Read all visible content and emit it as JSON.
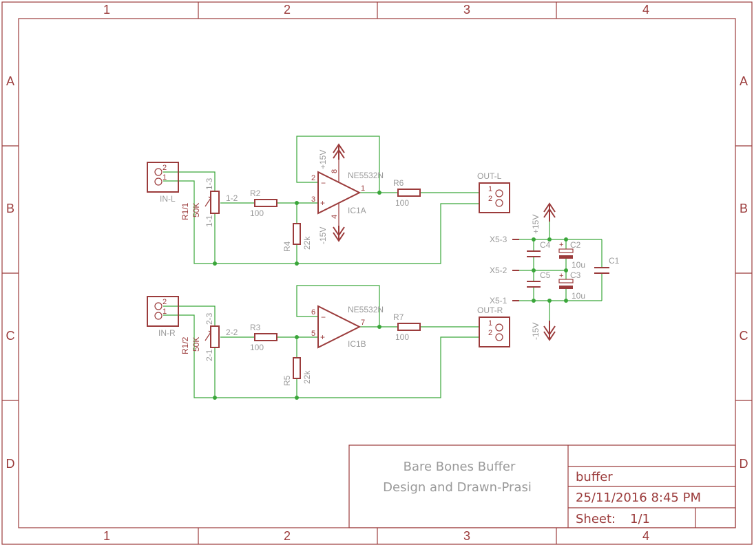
{
  "frame": {
    "columns": [
      "1",
      "2",
      "3",
      "4"
    ],
    "rows": [
      "A",
      "B",
      "C",
      "D"
    ]
  },
  "title_block": {
    "title_line1": "Bare Bones Buffer",
    "title_line2": "Design and Drawn-Prasi",
    "name": "buffer",
    "date": "25/11/2016 8:45 PM",
    "sheet_label": "Sheet:",
    "sheet_value": "1/1"
  },
  "left_channel": {
    "input": {
      "name": "IN-L",
      "pin_top": "2",
      "pin_bottom": "1"
    },
    "pot": {
      "name": "R1/1",
      "value": "50K",
      "pin_top": "1-3",
      "pin_bottom": "1-1",
      "wiper": "1-2"
    },
    "series_resistor": {
      "name": "R2",
      "value": "100"
    },
    "shunt_resistor": {
      "name": "R4",
      "value": "22k"
    },
    "opamp": {
      "part": "NE5532N",
      "name": "IC1A",
      "pin_inv": "2",
      "pin_noninv": "3",
      "pin_out": "1",
      "pin_vplus": "8",
      "pin_vminus": "4",
      "minus": "−",
      "plus": "+"
    },
    "supply_plus": "+15V",
    "supply_minus": "-15V",
    "output_resistor": {
      "name": "R6",
      "value": "100"
    },
    "output": {
      "name": "OUT-L",
      "pin_top": "1",
      "pin_bottom": "2"
    }
  },
  "right_channel": {
    "input": {
      "name": "IN-R",
      "pin_top": "2",
      "pin_bottom": "1"
    },
    "pot": {
      "name": "R1/2",
      "value": "50K",
      "pin_top": "2-3",
      "pin_bottom": "2-1",
      "wiper": "2-2"
    },
    "series_resistor": {
      "name": "R3",
      "value": "100"
    },
    "shunt_resistor": {
      "name": "R5",
      "value": "22k"
    },
    "opamp": {
      "part": "NE5532N",
      "name": "IC1B",
      "pin_inv": "6",
      "pin_noninv": "5",
      "pin_out": "7",
      "minus": "−",
      "plus": "+"
    },
    "output_resistor": {
      "name": "R7",
      "value": "100"
    },
    "output": {
      "name": "OUT-R",
      "pin_top": "1",
      "pin_bottom": "2"
    }
  },
  "power": {
    "x5_3": "X5-3",
    "x5_2": "X5-2",
    "x5_1": "X5-1",
    "supply_plus": "+15V",
    "supply_minus": "-15V",
    "c1": "C1",
    "c2": "C2",
    "c2_value": "10u",
    "c3": "C3",
    "c3_value": "10u",
    "c4": "C4",
    "c5": "C5",
    "polarity": "+"
  }
}
